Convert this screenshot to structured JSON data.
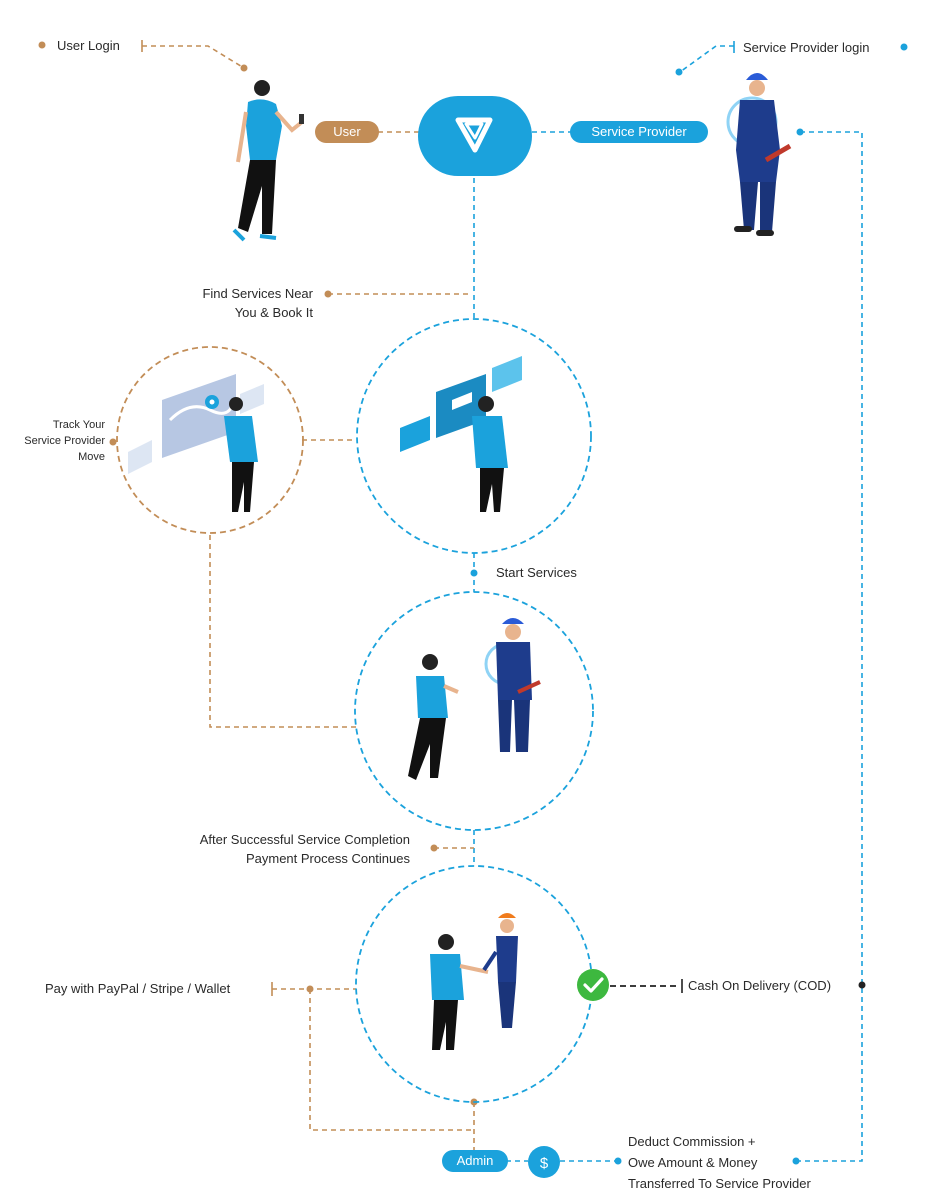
{
  "colors": {
    "blue": "#1ba2dc",
    "brown": "#c28d57",
    "green": "#3db83f",
    "navy": "#1e3c8c",
    "dark": "#222222"
  },
  "top": {
    "user_login": "User Login",
    "service_provider_login": "Service Provider login",
    "user_pill": "User",
    "service_provider_pill": "Service Provider",
    "logo_icon": "app-logo-icon"
  },
  "steps": {
    "find_line1": "Find Services Near",
    "find_line2": "You & Book It",
    "track_line1": "Track Your",
    "track_line2": "Service Provider",
    "track_line3": "Move",
    "start": "Start Services",
    "after_line1": "After Successful Service Completion",
    "after_line2": "Payment Process Continues",
    "pay": "Pay with PayPal / Stripe / Wallet",
    "cod": "Cash On Delivery (COD)",
    "admin": "Admin",
    "deduct_line1": "Deduct Commission +",
    "deduct_line2": "Owe Amount & Money",
    "deduct_line3": "Transferred To Service Provider"
  },
  "icons": {
    "check": "check-icon",
    "dollar": "dollar-icon",
    "dollar_symbol": "$",
    "location": "location-pin-icon"
  }
}
